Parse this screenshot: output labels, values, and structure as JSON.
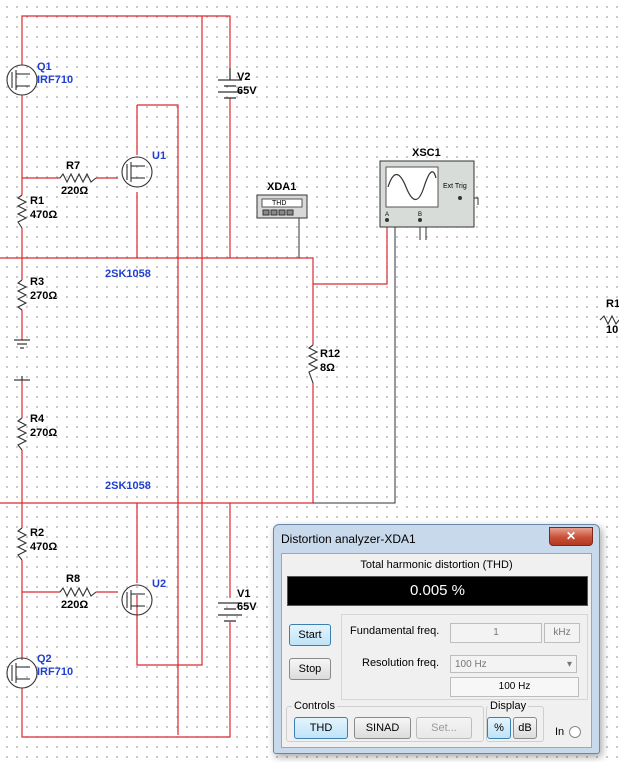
{
  "schematic": {
    "parts": {
      "q1": {
        "ref": "Q1",
        "model": "IRF710"
      },
      "q2": {
        "ref": "Q2",
        "model": "IRF710"
      },
      "u1": {
        "ref": "U1",
        "model": "2SK1058"
      },
      "u2": {
        "ref": "U2",
        "model": "2SK1058"
      },
      "v2": {
        "ref": "V2",
        "value": "65V"
      },
      "v1": {
        "ref": "V1",
        "value": "65V"
      },
      "r7": {
        "ref": "R7",
        "value": "220Ω"
      },
      "r8": {
        "ref": "R8",
        "value": "220Ω"
      },
      "r1": {
        "ref": "R1",
        "value": "470Ω"
      },
      "r2": {
        "ref": "R2",
        "value": "470Ω"
      },
      "r3": {
        "ref": "R3",
        "value": "270Ω"
      },
      "r4": {
        "ref": "R4",
        "value": "270Ω"
      },
      "r12": {
        "ref": "R12",
        "value": "8Ω"
      },
      "r_edge": {
        "ref": "R1",
        "value": "10"
      },
      "xda1": {
        "ref": "XDA1",
        "screen": "THD"
      },
      "xsc1": {
        "ref": "XSC1",
        "ext_trig": "Ext Trig",
        "ch_a": "A",
        "ch_b": "B"
      }
    },
    "colors": {
      "wire": "#d9292f",
      "instrument_wire": "#000000",
      "label_blue": "#1f3fd0"
    }
  },
  "dialog": {
    "title": "Distortion analyzer-XDA1",
    "close_label": "✕",
    "thd_caption": "Total harmonic distortion (THD)",
    "thd_value": "0.005 %",
    "start_label": "Start",
    "stop_label": "Stop",
    "fundamental_label": "Fundamental freq.",
    "fundamental_value": "1",
    "fundamental_unit": "kHz",
    "resolution_label": "Resolution freq.",
    "resolution_selected": "100 Hz",
    "resolution_readout": "100 Hz",
    "controls_label": "Controls",
    "thd_button": "THD",
    "sinad_button": "SINAD",
    "set_button": "Set...",
    "display_label": "Display",
    "percent_button": "%",
    "db_button": "dB",
    "in_label": "In"
  }
}
